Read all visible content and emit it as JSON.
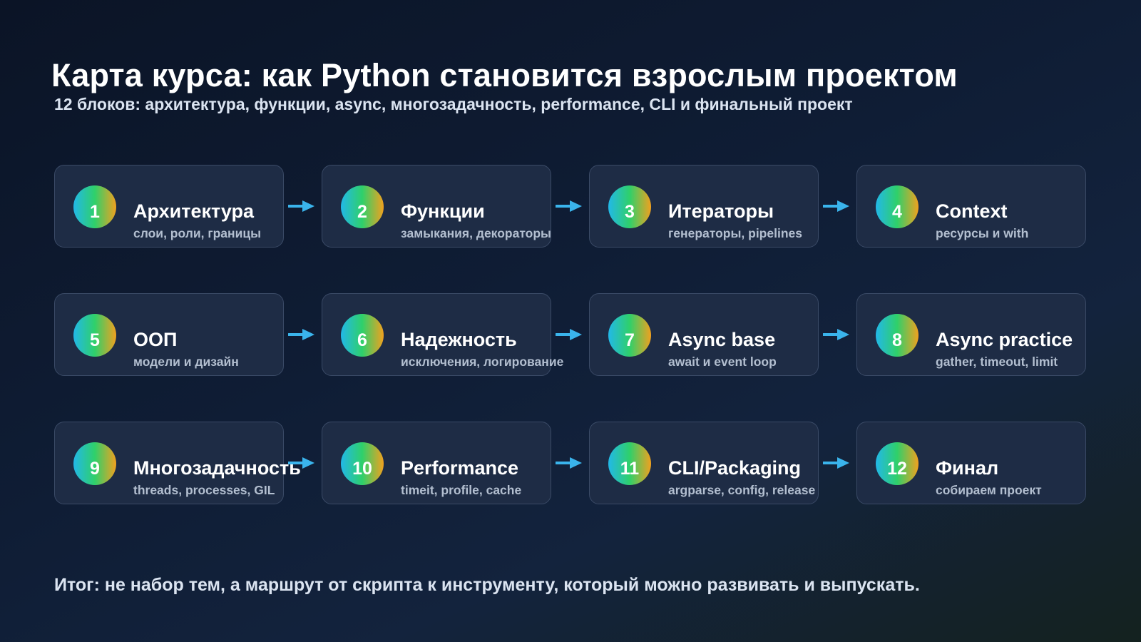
{
  "title": "Карта курса: как Python становится взрослым проектом",
  "subtitle": "12 блоков: архитектура, функции, async, многозадачность, performance, CLI и финальный проект",
  "colors": {
    "arrow": "#3ab4ec",
    "badge_gradient": [
      "#22b8e8",
      "#2fd06a",
      "#f1a11f"
    ],
    "card_bg": "#1e2c45",
    "card_border": "#3a4a66"
  },
  "blocks": [
    {
      "num": "1",
      "title": "Архитектура",
      "sub": "слои, роли, границы"
    },
    {
      "num": "2",
      "title": "Функции",
      "sub": "замыкания, декораторы"
    },
    {
      "num": "3",
      "title": "Итераторы",
      "sub": "генераторы, pipelines"
    },
    {
      "num": "4",
      "title": "Context",
      "sub": "ресурсы и with"
    },
    {
      "num": "5",
      "title": "ООП",
      "sub": "модели и дизайн"
    },
    {
      "num": "6",
      "title": "Надежность",
      "sub": "исключения, логирование"
    },
    {
      "num": "7",
      "title": "Async base",
      "sub": "await и event loop"
    },
    {
      "num": "8",
      "title": "Async practice",
      "sub": "gather, timeout, limit"
    },
    {
      "num": "9",
      "title": "Многозадачность",
      "sub": "threads, processes, GIL"
    },
    {
      "num": "10",
      "title": "Performance",
      "sub": "timeit, profile, cache"
    },
    {
      "num": "11",
      "title": "CLI/Packaging",
      "sub": "argparse, config, release"
    },
    {
      "num": "12",
      "title": "Финал",
      "sub": "собираем проект"
    }
  ],
  "footer": "Итог: не набор тем, а маршрут от скрипта к инструменту, который можно развивать и выпускать."
}
